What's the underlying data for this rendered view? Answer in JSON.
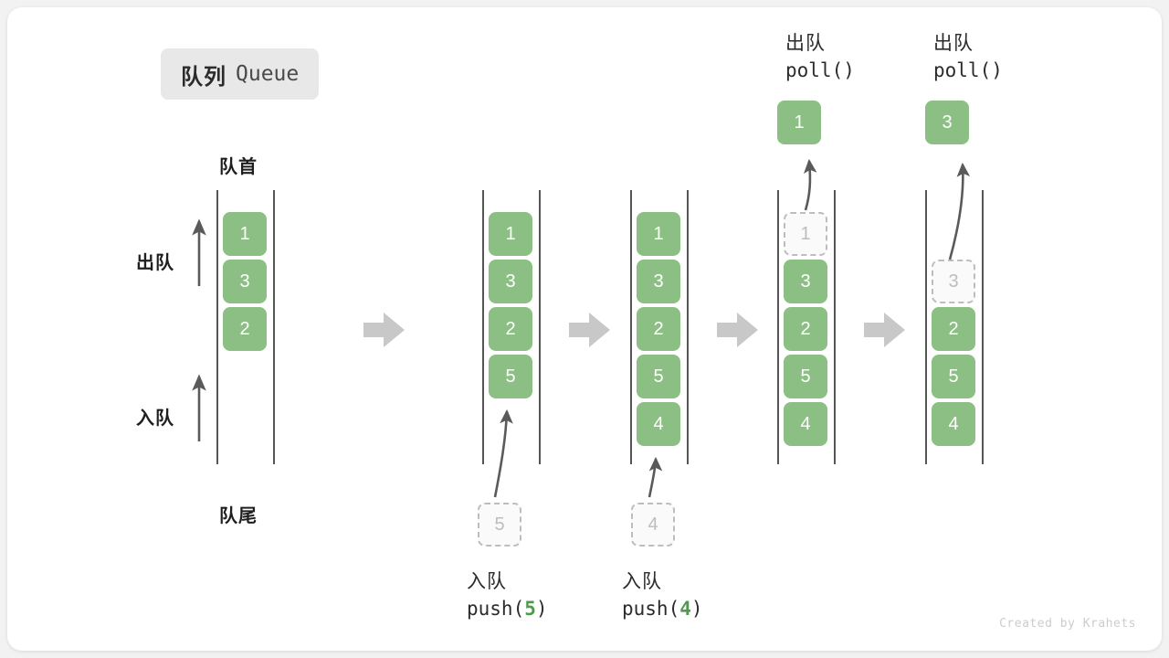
{
  "title": {
    "cn": "队列",
    "en": "Queue"
  },
  "labels": {
    "front": "队首",
    "rear": "队尾",
    "dequeue": "出队",
    "enqueue": "入队"
  },
  "colors": {
    "cell_fill": "#8cbf83",
    "cell_text": "#ffffff",
    "ghost_border": "#bdbdbd",
    "ghost_text": "#bdbdbd",
    "rail": "#555555",
    "arrow": "#5a5a5a",
    "step_arrow": "#c8c8c8",
    "accent_number": "#4f9a4f",
    "chip_bg": "#e8e8e8",
    "card_bg": "#ffffff",
    "page_bg": "#f2f2f2"
  },
  "operations": {
    "push5": {
      "cn": "入队",
      "fn_open": "push(",
      "num": "5",
      "fn_close": ")"
    },
    "push4": {
      "cn": "入队",
      "fn_open": "push(",
      "num": "4",
      "fn_close": ")"
    },
    "poll1": {
      "cn": "出队",
      "code": "poll()"
    },
    "poll2": {
      "cn": "出队",
      "code": "poll()"
    }
  },
  "stages": [
    {
      "name": "initial",
      "cells": [
        "1",
        "3",
        "2"
      ],
      "ghost_index": null,
      "ghost_value": null
    },
    {
      "name": "after-push-5",
      "cells": [
        "1",
        "3",
        "2",
        "5"
      ],
      "ghost_index": null,
      "ghost_value": null,
      "incoming": "5"
    },
    {
      "name": "after-push-4",
      "cells": [
        "1",
        "3",
        "2",
        "5",
        "4"
      ],
      "ghost_index": null,
      "ghost_value": null,
      "incoming": "4"
    },
    {
      "name": "after-poll-1",
      "cells": [
        "1",
        "3",
        "2",
        "5",
        "4"
      ],
      "ghost_index": 0,
      "ghost_value": "1",
      "popped": "1"
    },
    {
      "name": "after-poll-3",
      "cells": [
        "3",
        "2",
        "5",
        "4"
      ],
      "ghost_index": 0,
      "ghost_value": "3",
      "popped": "3"
    }
  ],
  "popped_cells": {
    "first": "1",
    "second": "3"
  },
  "incoming_cells": {
    "first": "5",
    "second": "4"
  },
  "watermark": "Created by Krahets"
}
